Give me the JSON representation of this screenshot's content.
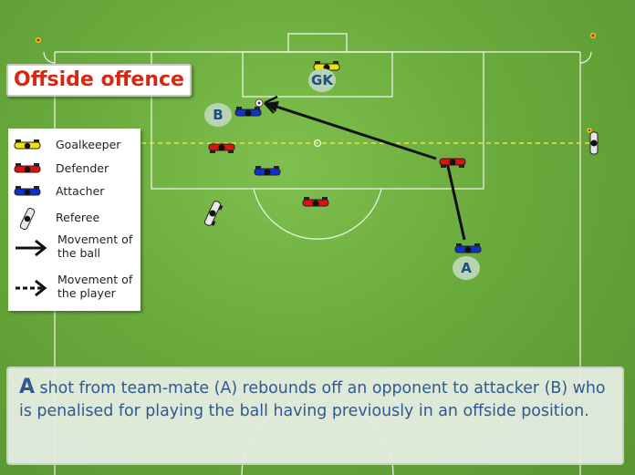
{
  "title": "Offside offence",
  "players": {
    "goalkeeper_label": "GK",
    "attacker_b_label": "B",
    "attacker_a_label": "A"
  },
  "legend": {
    "goalkeeper": "Goalkeeper",
    "defender": "Defender",
    "attacker": "Attacher",
    "referee": "Referee",
    "ball_movement_line1": "Movement of",
    "ball_movement_line2": "the ball",
    "player_movement_line1": "Movement of",
    "player_movement_line2": "the player"
  },
  "caption": {
    "lead": "A",
    "text": " shot from team-mate (A) rebounds off an opponent to attacker (B) who is penalised for playing the ball having previously in an offside position."
  },
  "colors": {
    "pitch": "#6aaa3c",
    "goalkeeper": "#f2e400",
    "defender": "#e01010",
    "attacker": "#1030d0",
    "title": "#d42a14",
    "caption_text": "#2d5694",
    "offside_line": "#f5e23a"
  }
}
